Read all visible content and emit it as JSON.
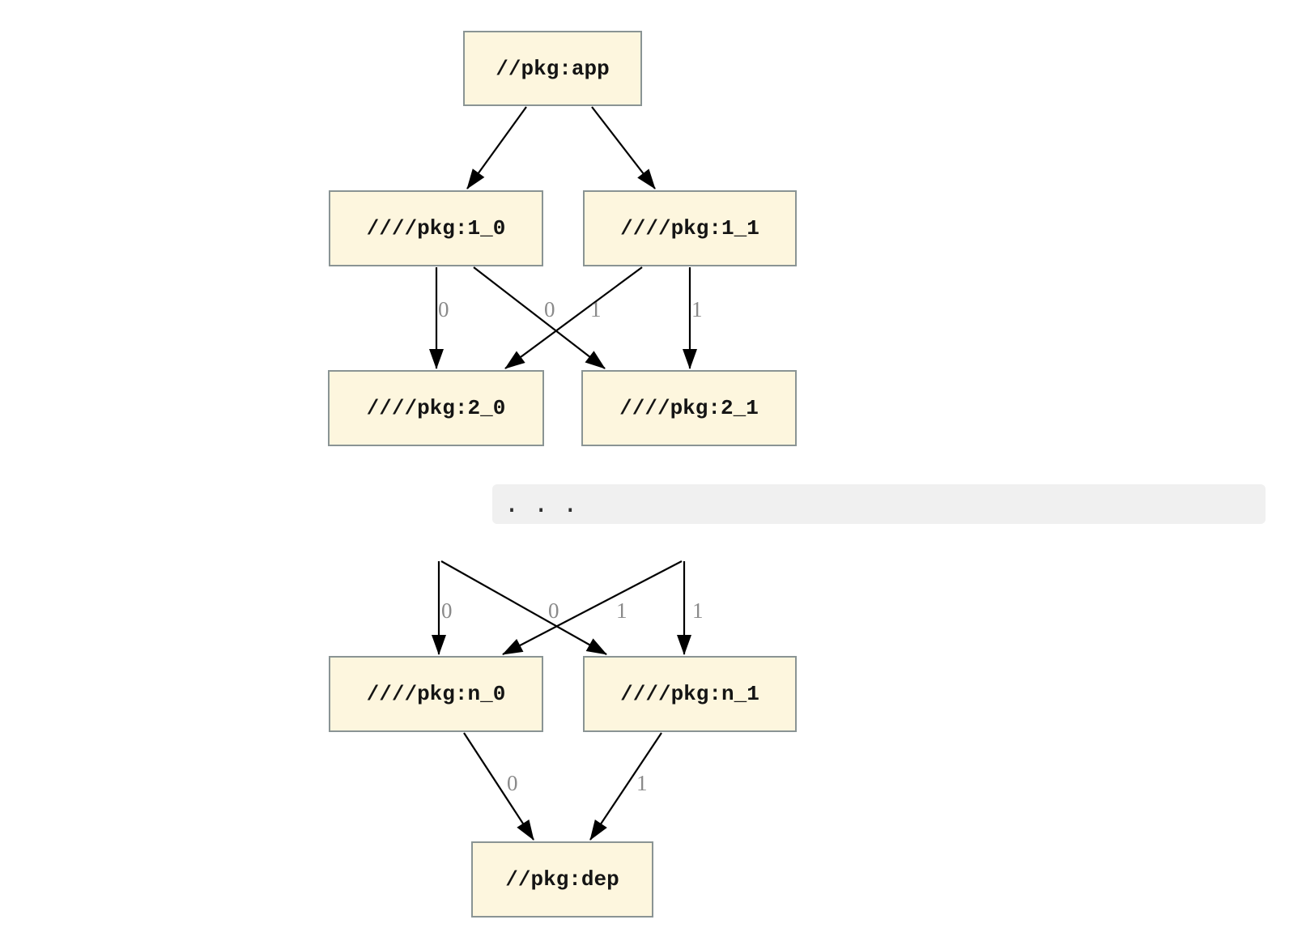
{
  "colors": {
    "node_fill": "#fdf6de",
    "node_border": "#8a9494",
    "edge": "#000000",
    "edge_label": "#8a8a8a",
    "band_bg": "#f0f0f0",
    "band_text": "#2e2e2e"
  },
  "diagram": {
    "nodes": {
      "app": {
        "label": "//pkg:app"
      },
      "l1_0": {
        "label": "////pkg:1_0"
      },
      "l1_1": {
        "label": "////pkg:1_1"
      },
      "l2_0": {
        "label": "////pkg:2_0"
      },
      "l2_1": {
        "label": "////pkg:2_1"
      },
      "ln_0": {
        "label": "////pkg:n_0"
      },
      "ln_1": {
        "label": "////pkg:n_1"
      },
      "dep": {
        "label": "//pkg:dep"
      }
    },
    "edge_labels": {
      "row1": [
        "0",
        "0",
        "1",
        "1"
      ],
      "row2": [
        "0",
        "0",
        "1",
        "1"
      ],
      "row3": [
        "0",
        "1"
      ]
    },
    "ellipsis": ". . ."
  }
}
